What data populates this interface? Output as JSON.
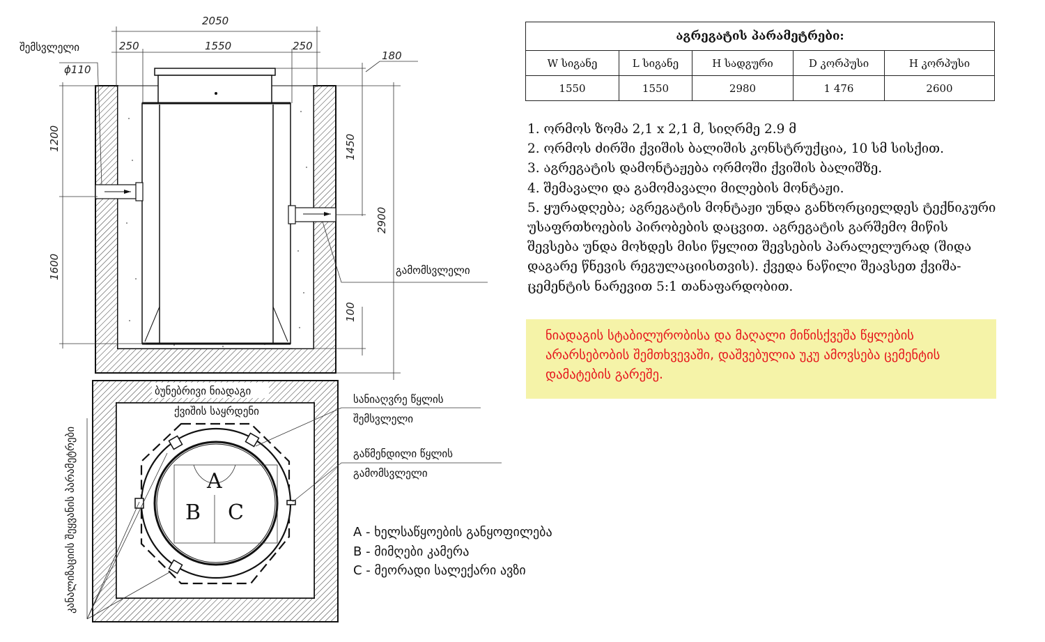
{
  "section_view": {
    "dimensions": {
      "total_width": "2050",
      "left_margin": "250",
      "unit_width": "1550",
      "right_margin": "250",
      "top_offset": "180",
      "inlet_diameter": "ϕ110",
      "inlet_depth": "1200",
      "lower_depth": "1600",
      "outlet_depth": "1450",
      "total_depth": "2900",
      "sand_bed": "100"
    },
    "inlet_label": "შემსვლელი",
    "outlet_label": "გამომსვლელი"
  },
  "plan_view": {
    "soil_label": "ბუნებრივი ნიადაგი",
    "sand_label": "ქვიშის საყრდენი",
    "side_label": "კანალიზაციის შეყვანის პარამეტრები",
    "stormwater_inlet": [
      "სანიაღვრე წყლის",
      "შემსვლელი"
    ],
    "treated_outlet": [
      "გაწმენდილი წყლის",
      "გამომსვლელი"
    ],
    "zones": {
      "a": "A",
      "b": "B",
      "c": "C"
    }
  },
  "legend": [
    "A - ხელსაწყოების განყოფილება",
    "B - მიმღები კამერა",
    "C - მეორადი სალექარი ავზი"
  ],
  "params_table": {
    "title": "აგრეგატის პარამეტრები:",
    "headers": [
      "W სიგანე",
      "L სიგანე",
      "H სადგური",
      "D კორპუსი",
      "H კორპუსი"
    ],
    "values": [
      "1550",
      "1550",
      "2980",
      "1 476",
      "2600"
    ]
  },
  "notes": [
    "1.   ორმოს ზომა 2,1 x 2,1 მ, სიღრმე 2.9 მ",
    "2.    ორმოს ძირში ქვიშის ბალიშის კონსტრუქცია, 10 სმ სისქით.",
    "3.   აგრეგატის დამონტაჟება ორმოში ქვიშის ბალიშზე.",
    "4.   შემავალი და გამომავალი მილების მონტაჟი.",
    "5.   ყურადღება; აგრეგატის მონტაჟი უნდა განხორციელდეს ტექნიკური უსაფრთხოების პირობების დაცვით. აგრეგატის გარშემო მიწის შევსება უნდა მოხდეს მისი წყლით შევსების პარალელურად (შიდა დაგარე წნევის რეგულაციისთვის). ქვედა ნაწილი შეავსეთ ქვიშა-ცემენტის ნარევით 5:1 თანაფარდობით."
  ],
  "warning": "ნიადაგის სტაბილურობისა და მაღალი მიწისქვეშა წყლების არარსებობის შემთხვევაში, დაშვებულია უკუ ამოვსება ცემენტის დამატების გარეშე.",
  "colors": {
    "warning_bg": "#f5f3a8",
    "warning_text": "#e5141b"
  }
}
